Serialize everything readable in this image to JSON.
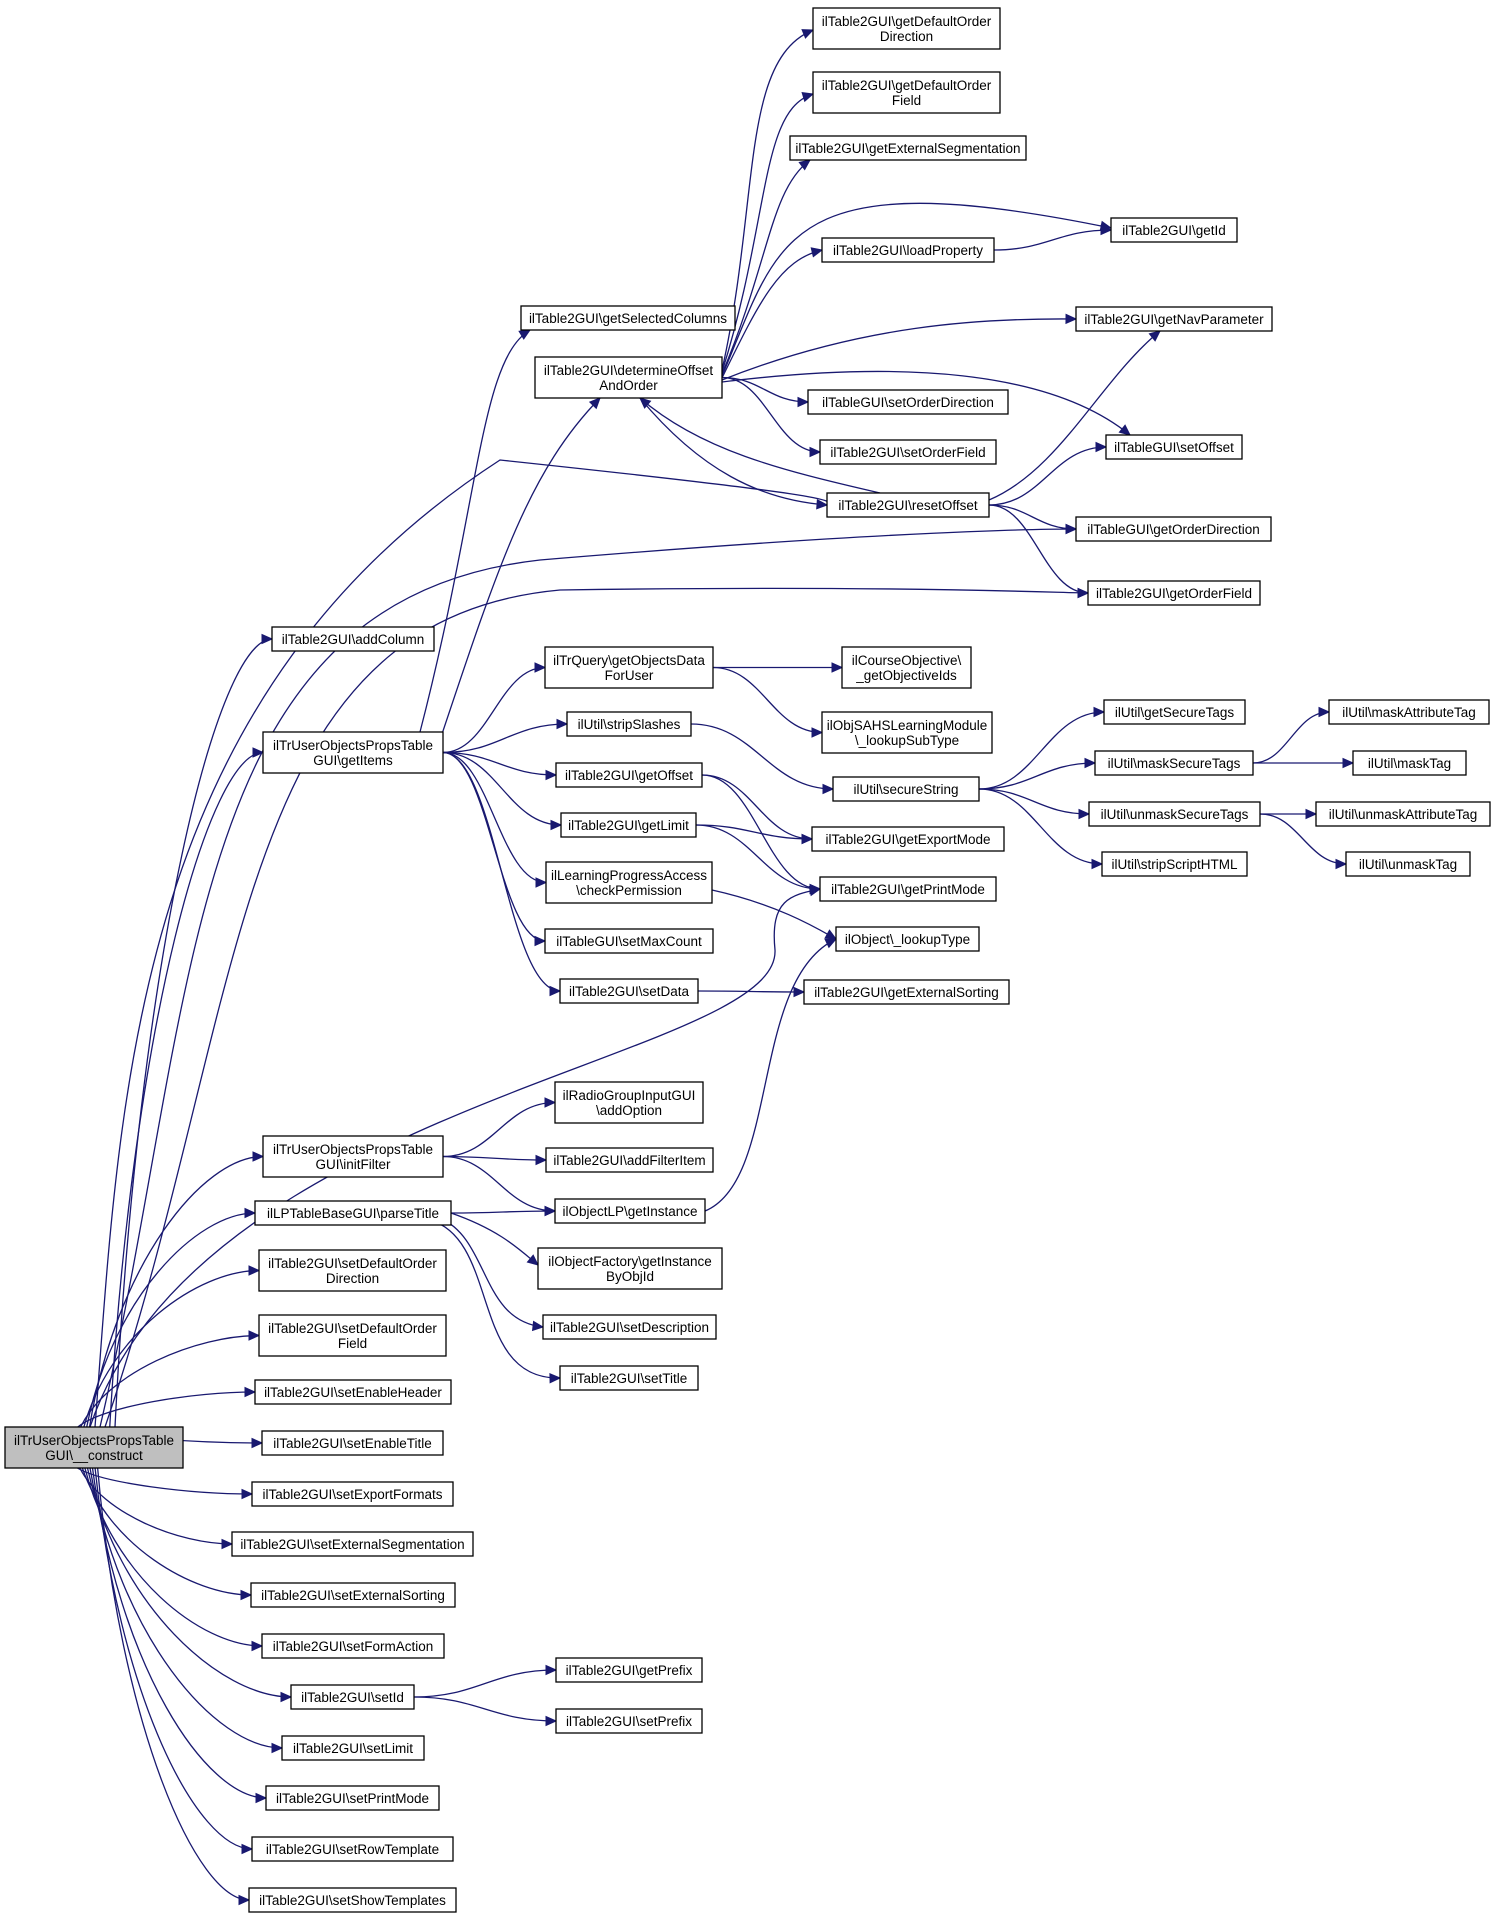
{
  "nodes": [
    {
      "id": "root",
      "lines": [
        "ilTrUserObjectsPropsTable",
        "GUI\\__construct"
      ],
      "root": true
    },
    {
      "id": "addColumn",
      "lines": [
        "ilTable2GUI\\addColumn"
      ]
    },
    {
      "id": "getItems",
      "lines": [
        "ilTrUserObjectsPropsTable",
        "GUI\\getItems"
      ]
    },
    {
      "id": "initFilter",
      "lines": [
        "ilTrUserObjectsPropsTable",
        "GUI\\initFilter"
      ]
    },
    {
      "id": "parseTitle",
      "lines": [
        "ilLPTableBaseGUI\\parseTitle"
      ]
    },
    {
      "id": "setDefaultOrderDirection",
      "lines": [
        "ilTable2GUI\\setDefaultOrder",
        "Direction"
      ]
    },
    {
      "id": "setDefaultOrderField",
      "lines": [
        "ilTable2GUI\\setDefaultOrder",
        "Field"
      ]
    },
    {
      "id": "setEnableHeader",
      "lines": [
        "ilTable2GUI\\setEnableHeader"
      ]
    },
    {
      "id": "setEnableTitle",
      "lines": [
        "ilTable2GUI\\setEnableTitle"
      ]
    },
    {
      "id": "setExportFormats",
      "lines": [
        "ilTable2GUI\\setExportFormats"
      ]
    },
    {
      "id": "setExternalSegmentation",
      "lines": [
        "ilTable2GUI\\setExternalSegmentation"
      ]
    },
    {
      "id": "setExternalSorting",
      "lines": [
        "ilTable2GUI\\setExternalSorting"
      ]
    },
    {
      "id": "setFormAction",
      "lines": [
        "ilTable2GUI\\setFormAction"
      ]
    },
    {
      "id": "setId",
      "lines": [
        "ilTable2GUI\\setId"
      ]
    },
    {
      "id": "setLimit",
      "lines": [
        "ilTable2GUI\\setLimit"
      ]
    },
    {
      "id": "setPrintMode",
      "lines": [
        "ilTable2GUI\\setPrintMode"
      ]
    },
    {
      "id": "setRowTemplate",
      "lines": [
        "ilTable2GUI\\setRowTemplate"
      ]
    },
    {
      "id": "setShowTemplates",
      "lines": [
        "ilTable2GUI\\setShowTemplates"
      ]
    },
    {
      "id": "getSelectedColumns",
      "lines": [
        "ilTable2GUI\\getSelectedColumns"
      ]
    },
    {
      "id": "determineOffsetAndOrder",
      "lines": [
        "ilTable2GUI\\determineOffset",
        "AndOrder"
      ]
    },
    {
      "id": "getObjectsDataForUser",
      "lines": [
        "ilTrQuery\\getObjectsData",
        "ForUser"
      ]
    },
    {
      "id": "stripSlashes",
      "lines": [
        "ilUtil\\stripSlashes"
      ]
    },
    {
      "id": "getOffset",
      "lines": [
        "ilTable2GUI\\getOffset"
      ]
    },
    {
      "id": "getLimit",
      "lines": [
        "ilTable2GUI\\getLimit"
      ]
    },
    {
      "id": "checkPermission",
      "lines": [
        "ilLearningProgressAccess",
        "\\checkPermission"
      ]
    },
    {
      "id": "setMaxCount",
      "lines": [
        "ilTableGUI\\setMaxCount"
      ]
    },
    {
      "id": "setData",
      "lines": [
        "ilTable2GUI\\setData"
      ]
    },
    {
      "id": "addOption",
      "lines": [
        "ilRadioGroupInputGUI",
        "\\addOption"
      ]
    },
    {
      "id": "addFilterItem",
      "lines": [
        "ilTable2GUI\\addFilterItem"
      ]
    },
    {
      "id": "getInstance",
      "lines": [
        "ilObjectLP\\getInstance"
      ]
    },
    {
      "id": "getInstanceByObjId",
      "lines": [
        "ilObjectFactory\\getInstance",
        "ByObjId"
      ]
    },
    {
      "id": "setDescription",
      "lines": [
        "ilTable2GUI\\setDescription"
      ]
    },
    {
      "id": "setTitle",
      "lines": [
        "ilTable2GUI\\setTitle"
      ]
    },
    {
      "id": "getPrefix",
      "lines": [
        "ilTable2GUI\\getPrefix"
      ]
    },
    {
      "id": "setPrefix",
      "lines": [
        "ilTable2GUI\\setPrefix"
      ]
    },
    {
      "id": "getDefaultOrderDirection",
      "lines": [
        "ilTable2GUI\\getDefaultOrder",
        "Direction"
      ]
    },
    {
      "id": "getDefaultOrderField",
      "lines": [
        "ilTable2GUI\\getDefaultOrder",
        "Field"
      ]
    },
    {
      "id": "getExternalSegmentation",
      "lines": [
        "ilTable2GUI\\getExternalSegmentation"
      ]
    },
    {
      "id": "loadProperty",
      "lines": [
        "ilTable2GUI\\loadProperty"
      ]
    },
    {
      "id": "setOrderDirection",
      "lines": [
        "ilTableGUI\\setOrderDirection"
      ]
    },
    {
      "id": "setOrderField",
      "lines": [
        "ilTable2GUI\\setOrderField"
      ]
    },
    {
      "id": "resetOffset",
      "lines": [
        "ilTable2GUI\\resetOffset"
      ]
    },
    {
      "id": "getObjectiveIds",
      "lines": [
        "ilCourseObjective\\",
        "_getObjectiveIds"
      ]
    },
    {
      "id": "lookupSubType",
      "lines": [
        "ilObjSAHSLearningModule",
        "\\_lookupSubType"
      ]
    },
    {
      "id": "secureString",
      "lines": [
        "ilUtil\\secureString"
      ]
    },
    {
      "id": "getExportMode",
      "lines": [
        "ilTable2GUI\\getExportMode"
      ]
    },
    {
      "id": "getPrintMode",
      "lines": [
        "ilTable2GUI\\getPrintMode"
      ]
    },
    {
      "id": "lookupType",
      "lines": [
        "ilObject\\_lookupType"
      ]
    },
    {
      "id": "getExternalSorting",
      "lines": [
        "ilTable2GUI\\getExternalSorting"
      ]
    },
    {
      "id": "getId",
      "lines": [
        "ilTable2GUI\\getId"
      ]
    },
    {
      "id": "getNavParameter",
      "lines": [
        "ilTable2GUI\\getNavParameter"
      ]
    },
    {
      "id": "setOffset",
      "lines": [
        "ilTableGUI\\setOffset"
      ]
    },
    {
      "id": "getOrderDirection",
      "lines": [
        "ilTableGUI\\getOrderDirection"
      ]
    },
    {
      "id": "getOrderField",
      "lines": [
        "ilTable2GUI\\getOrderField"
      ]
    },
    {
      "id": "getSecureTags",
      "lines": [
        "ilUtil\\getSecureTags"
      ]
    },
    {
      "id": "maskSecureTags",
      "lines": [
        "ilUtil\\maskSecureTags"
      ]
    },
    {
      "id": "unmaskSecureTags",
      "lines": [
        "ilUtil\\unmaskSecureTags"
      ]
    },
    {
      "id": "stripScriptHTML",
      "lines": [
        "ilUtil\\stripScriptHTML"
      ]
    },
    {
      "id": "maskAttributeTag",
      "lines": [
        "ilUtil\\maskAttributeTag"
      ]
    },
    {
      "id": "maskTag",
      "lines": [
        "ilUtil\\maskTag"
      ]
    },
    {
      "id": "unmaskAttributeTag",
      "lines": [
        "ilUtil\\unmaskAttributeTag"
      ]
    },
    {
      "id": "unmaskTag",
      "lines": [
        "ilUtil\\unmaskTag"
      ]
    }
  ],
  "edges": [
    [
      "root",
      "addColumn"
    ],
    [
      "root",
      "getItems"
    ],
    [
      "root",
      "initFilter"
    ],
    [
      "root",
      "parseTitle"
    ],
    [
      "root",
      "setDefaultOrderDirection"
    ],
    [
      "root",
      "setDefaultOrderField"
    ],
    [
      "root",
      "setEnableHeader"
    ],
    [
      "root",
      "setEnableTitle"
    ],
    [
      "root",
      "setExportFormats"
    ],
    [
      "root",
      "setExternalSegmentation"
    ],
    [
      "root",
      "setExternalSorting"
    ],
    [
      "root",
      "setFormAction"
    ],
    [
      "root",
      "setId"
    ],
    [
      "root",
      "setLimit"
    ],
    [
      "root",
      "setPrintMode"
    ],
    [
      "root",
      "setRowTemplate"
    ],
    [
      "root",
      "setShowTemplates"
    ],
    [
      "root",
      "getPrintMode"
    ],
    [
      "root",
      "resetOffset"
    ],
    [
      "root",
      "getOrderDirection"
    ],
    [
      "root",
      "getOrderField"
    ],
    [
      "getItems",
      "getSelectedColumns"
    ],
    [
      "getItems",
      "determineOffsetAndOrder"
    ],
    [
      "getItems",
      "getObjectsDataForUser"
    ],
    [
      "getItems",
      "stripSlashes"
    ],
    [
      "getItems",
      "getOffset"
    ],
    [
      "getItems",
      "getLimit"
    ],
    [
      "getItems",
      "checkPermission"
    ],
    [
      "getItems",
      "setMaxCount"
    ],
    [
      "getItems",
      "setData"
    ],
    [
      "determineOffsetAndOrder",
      "getDefaultOrderDirection"
    ],
    [
      "determineOffsetAndOrder",
      "getDefaultOrderField"
    ],
    [
      "determineOffsetAndOrder",
      "getExternalSegmentation"
    ],
    [
      "determineOffsetAndOrder",
      "getId"
    ],
    [
      "determineOffsetAndOrder",
      "loadProperty"
    ],
    [
      "determineOffsetAndOrder",
      "getNavParameter"
    ],
    [
      "determineOffsetAndOrder",
      "setOffset"
    ],
    [
      "determineOffsetAndOrder",
      "setOrderDirection"
    ],
    [
      "determineOffsetAndOrder",
      "setOrderField"
    ],
    [
      "determineOffsetAndOrder",
      "resetOffset"
    ],
    [
      "loadProperty",
      "getId"
    ],
    [
      "resetOffset",
      "determineOffsetAndOrder"
    ],
    [
      "resetOffset",
      "getNavParameter"
    ],
    [
      "resetOffset",
      "setOffset"
    ],
    [
      "resetOffset",
      "getOrderDirection"
    ],
    [
      "resetOffset",
      "getOrderField"
    ],
    [
      "getObjectsDataForUser",
      "getObjectiveIds"
    ],
    [
      "getObjectsDataForUser",
      "lookupSubType"
    ],
    [
      "stripSlashes",
      "secureString"
    ],
    [
      "getOffset",
      "getExportMode"
    ],
    [
      "getOffset",
      "getPrintMode"
    ],
    [
      "getLimit",
      "getExportMode"
    ],
    [
      "getLimit",
      "getPrintMode"
    ],
    [
      "checkPermission",
      "lookupType"
    ],
    [
      "setData",
      "getExternalSorting"
    ],
    [
      "initFilter",
      "addOption"
    ],
    [
      "initFilter",
      "addFilterItem"
    ],
    [
      "initFilter",
      "getInstance"
    ],
    [
      "parseTitle",
      "getInstance"
    ],
    [
      "parseTitle",
      "getInstanceByObjId"
    ],
    [
      "parseTitle",
      "setDescription"
    ],
    [
      "parseTitle",
      "setTitle"
    ],
    [
      "getInstance",
      "lookupType"
    ],
    [
      "setId",
      "getPrefix"
    ],
    [
      "setId",
      "setPrefix"
    ],
    [
      "secureString",
      "getSecureTags"
    ],
    [
      "secureString",
      "maskSecureTags"
    ],
    [
      "secureString",
      "unmaskSecureTags"
    ],
    [
      "secureString",
      "stripScriptHTML"
    ],
    [
      "maskSecureTags",
      "maskAttributeTag"
    ],
    [
      "maskSecureTags",
      "maskTag"
    ],
    [
      "unmaskSecureTags",
      "unmaskAttributeTag"
    ],
    [
      "unmaskSecureTags",
      "unmaskTag"
    ]
  ]
}
